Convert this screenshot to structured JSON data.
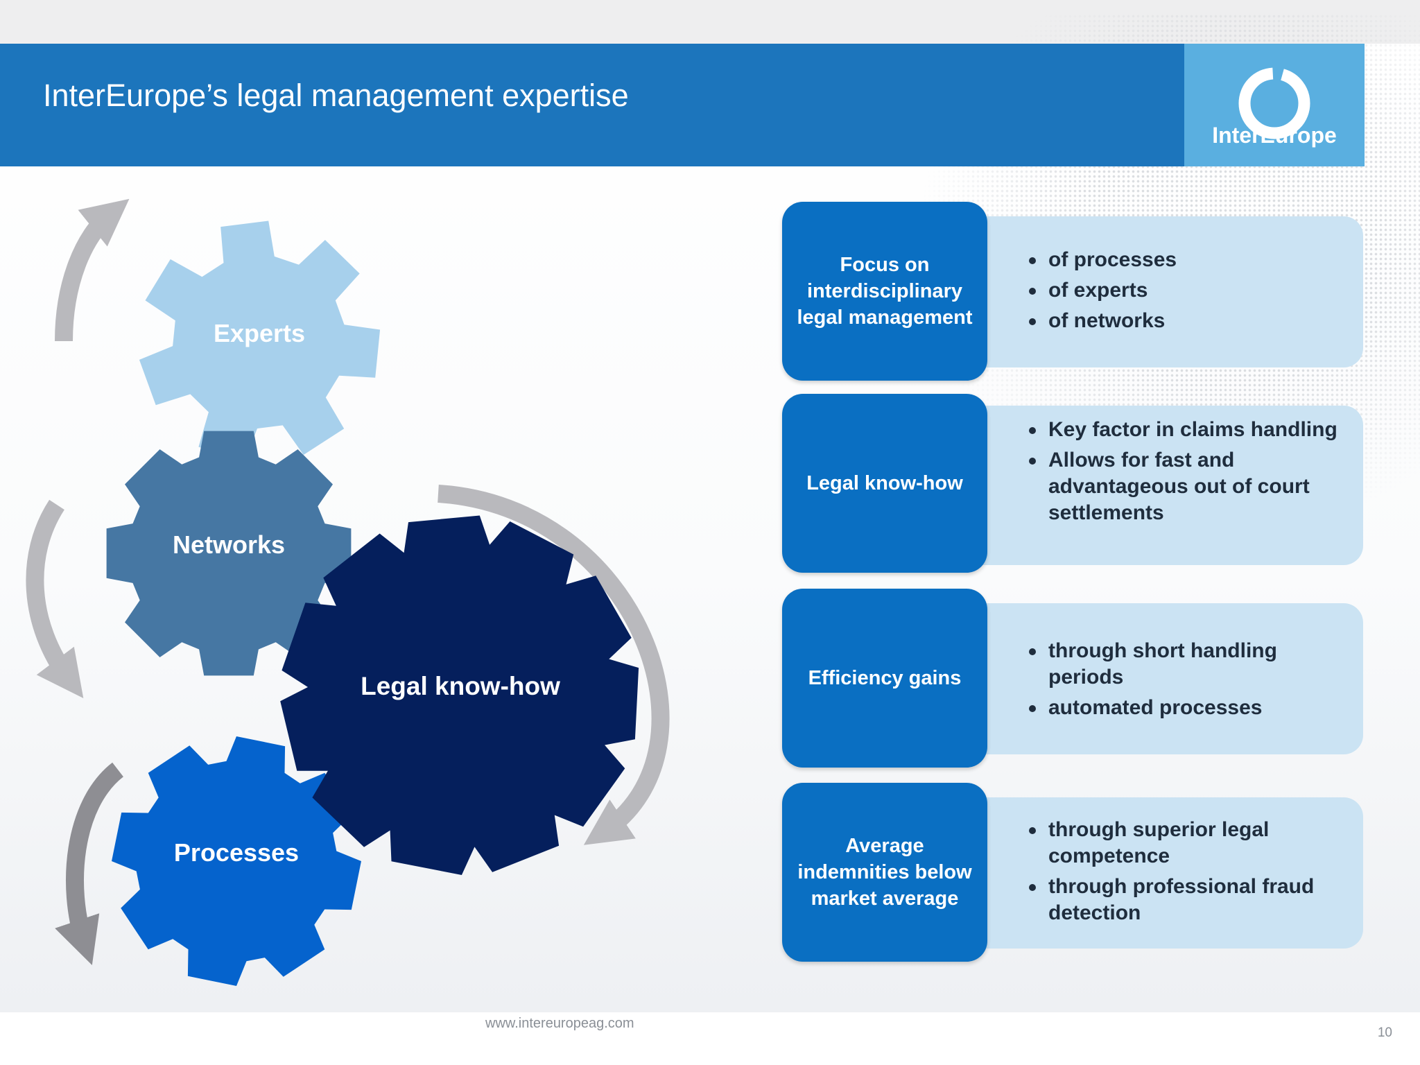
{
  "header": {
    "title": "InterEurope’s legal management expertise",
    "logo_text": "InterEurope"
  },
  "gears": [
    {
      "label": "Experts",
      "color": "#a7d0ec"
    },
    {
      "label": "Networks",
      "color": "#4677a3"
    },
    {
      "label": "Legal know-how",
      "color": "#051f5c"
    },
    {
      "label": "Processes",
      "color": "#0563cd"
    }
  ],
  "rows": [
    {
      "heading": "Focus on interdisciplinary legal management",
      "bullets": [
        "of processes",
        "of experts",
        "of networks"
      ]
    },
    {
      "heading": "Legal know-how",
      "bullets": [
        "Key factor in claims handling",
        "Allows for fast and advantageous out of court settlements"
      ]
    },
    {
      "heading": "Efficiency gains",
      "bullets": [
        "through short handling periods",
        "automated processes"
      ]
    },
    {
      "heading": "Average indemnities below market average",
      "bullets": [
        "through superior legal competence",
        "through professional fraud detection"
      ]
    }
  ],
  "footer": {
    "url": "www.intereuropeag.com",
    "page_number": "10"
  },
  "colors": {
    "title_bar": "#1c75bc",
    "logo_box": "#5aafe0",
    "row_box": "#0a6fc2",
    "row_bar": "#cbe3f3",
    "arrow": "#b9b9bd"
  }
}
